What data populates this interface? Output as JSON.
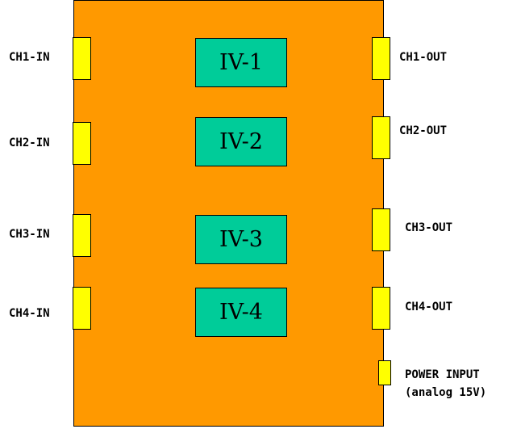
{
  "modules": [
    {
      "label": "IV-1"
    },
    {
      "label": "IV-2"
    },
    {
      "label": "IV-3"
    },
    {
      "label": "IV-4"
    }
  ],
  "inputs": [
    {
      "label": "CH1-IN"
    },
    {
      "label": "CH2-IN"
    },
    {
      "label": "CH3-IN"
    },
    {
      "label": "CH4-IN"
    }
  ],
  "outputs": [
    {
      "label": "CH1-OUT"
    },
    {
      "label": "CH2-OUT"
    },
    {
      "label": "CH3-OUT"
    },
    {
      "label": "CH4-OUT"
    }
  ],
  "power": {
    "line1": "POWER INPUT",
    "line2": "(analog 15V)"
  },
  "colors": {
    "board": "#ff9900",
    "module": "#00cc99",
    "connector": "#ffff00"
  }
}
